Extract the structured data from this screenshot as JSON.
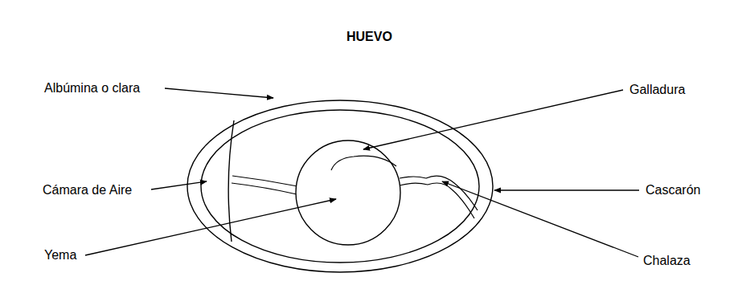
{
  "diagram": {
    "title": "HUEVO",
    "labels": [
      "Albúmina o clara",
      "Cámara de Aire",
      "Yema",
      "Galladura",
      "Cascarón",
      "Chalaza"
    ]
  }
}
